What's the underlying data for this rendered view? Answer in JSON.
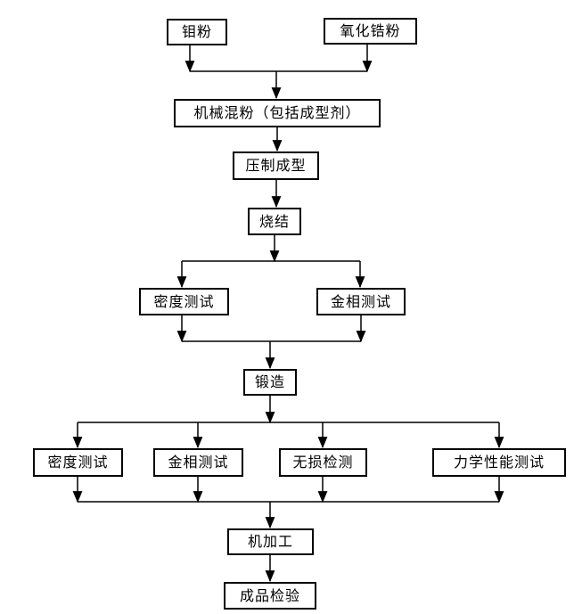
{
  "diagram": {
    "title": "powder-metallurgy process flowchart",
    "colors": {
      "background": "#ffffff",
      "line": "#000000",
      "box_fill": "#ffffff",
      "box_border": "#000000",
      "text": "#000000"
    },
    "nodes": [
      {
        "id": "mo-powder",
        "label": "钼粉"
      },
      {
        "id": "zirconia-powder",
        "label": "氧化锆粉"
      },
      {
        "id": "mixing",
        "label": "机械混粉（包括成型剂）"
      },
      {
        "id": "pressing",
        "label": "压制成型"
      },
      {
        "id": "sintering",
        "label": "烧结"
      },
      {
        "id": "density-test-1",
        "label": "密度测试"
      },
      {
        "id": "metallographic-test-1",
        "label": "金相测试"
      },
      {
        "id": "forging",
        "label": "锻造"
      },
      {
        "id": "density-test-2",
        "label": "密度测试"
      },
      {
        "id": "metallographic-test-2",
        "label": "金相测试"
      },
      {
        "id": "ndt",
        "label": "无损检测"
      },
      {
        "id": "mechanical-test",
        "label": "力学性能测试"
      },
      {
        "id": "machining",
        "label": "机加工"
      },
      {
        "id": "final-inspection",
        "label": "成品检验"
      }
    ],
    "edges": [
      {
        "from": "mo-powder",
        "to": "mixing"
      },
      {
        "from": "zirconia-powder",
        "to": "mixing"
      },
      {
        "from": "mixing",
        "to": "pressing"
      },
      {
        "from": "pressing",
        "to": "sintering"
      },
      {
        "from": "sintering",
        "to": "density-test-1"
      },
      {
        "from": "sintering",
        "to": "metallographic-test-1"
      },
      {
        "from": "density-test-1",
        "to": "forging"
      },
      {
        "from": "metallographic-test-1",
        "to": "forging"
      },
      {
        "from": "forging",
        "to": "density-test-2"
      },
      {
        "from": "forging",
        "to": "metallographic-test-2"
      },
      {
        "from": "forging",
        "to": "ndt"
      },
      {
        "from": "forging",
        "to": "mechanical-test"
      },
      {
        "from": "density-test-2",
        "to": "machining"
      },
      {
        "from": "metallographic-test-2",
        "to": "machining"
      },
      {
        "from": "ndt",
        "to": "machining"
      },
      {
        "from": "mechanical-test",
        "to": "machining"
      },
      {
        "from": "machining",
        "to": "final-inspection"
      }
    ]
  }
}
